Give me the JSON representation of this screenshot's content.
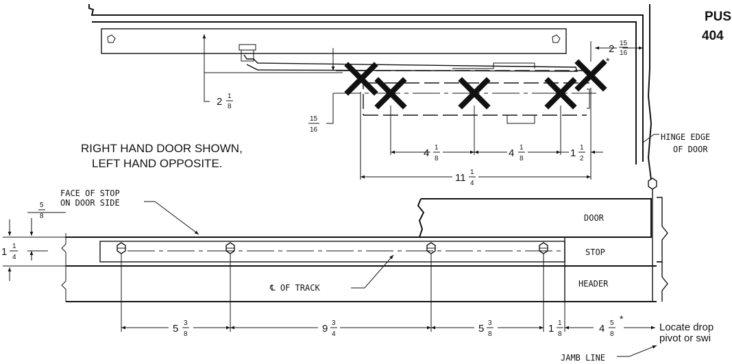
{
  "title_partial": {
    "line1": "PUS",
    "line2": "404"
  },
  "notes": {
    "hand_line1": "RIGHT HAND DOOR SHOWN,",
    "hand_line2": "LEFT HAND OPPOSITE.",
    "hinge_edge_line1": "HINGE EDGE",
    "hinge_edge_line2": "OF DOOR",
    "face_of_stop_line1": "FACE OF STOP",
    "face_of_stop_line2": "ON DOOR SIDE",
    "track_centerline": "℄ OF TRACK",
    "jamb_line": "JAMB LINE",
    "locate_line1": "Locate drop",
    "locate_line2": "pivot or swi"
  },
  "labels": {
    "door": "DOOR",
    "stop": "STOP",
    "header": "HEADER"
  },
  "dimensions": {
    "d_2_15_16": {
      "whole": "2",
      "num": "15",
      "den": "16",
      "star": "*"
    },
    "d_2_1_8": {
      "whole": "2",
      "num": "1",
      "den": "8"
    },
    "d_15_16": {
      "num": "15",
      "den": "16"
    },
    "d_4_1_8_a": {
      "whole": "4",
      "num": "1",
      "den": "8"
    },
    "d_4_1_8_b": {
      "whole": "4",
      "num": "1",
      "den": "8"
    },
    "d_1_1_2": {
      "whole": "1",
      "num": "1",
      "den": "2"
    },
    "d_11_1_4": {
      "whole": "11",
      "num": "1",
      "den": "4"
    },
    "d_5_8": {
      "num": "5",
      "den": "8"
    },
    "d_1_1_4": {
      "whole": "1",
      "num": "1",
      "den": "4"
    },
    "d_5_3_8_a": {
      "whole": "5",
      "num": "3",
      "den": "8"
    },
    "d_9_3_4": {
      "whole": "9",
      "num": "3",
      "den": "4"
    },
    "d_5_3_8_b": {
      "whole": "5",
      "num": "3",
      "den": "8"
    },
    "d_1_1_8": {
      "whole": "1",
      "num": "1",
      "den": "8"
    },
    "d_4_5_8": {
      "whole": "4",
      "num": "5",
      "den": "8",
      "star": "*"
    }
  }
}
